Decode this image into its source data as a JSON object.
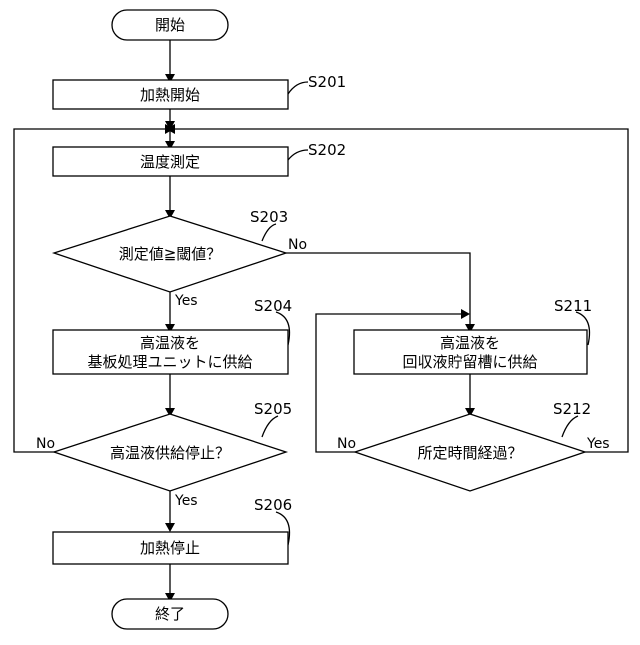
{
  "flowchart": {
    "start": {
      "label": "開始"
    },
    "end": {
      "label": "終了"
    },
    "s201": {
      "step": "S201",
      "label": "加熱開始"
    },
    "s202": {
      "step": "S202",
      "label": "温度測定"
    },
    "s203": {
      "step": "S203",
      "label": "測定値≧閾値？",
      "yes": "Yes",
      "no": "No"
    },
    "s204": {
      "step": "S204",
      "line1": "高温液を",
      "line2": "基板処理ユニットに供給"
    },
    "s205": {
      "step": "S205",
      "label": "高温液供給停止？",
      "yes": "Yes",
      "no": "No"
    },
    "s206": {
      "step": "S206",
      "label": "加熱停止"
    },
    "s211": {
      "step": "S211",
      "line1": "高温液を",
      "line2": "回収液貯留槽に供給"
    },
    "s212": {
      "step": "S212",
      "label": "所定時間経過？",
      "yes": "Yes",
      "no": "No"
    }
  }
}
